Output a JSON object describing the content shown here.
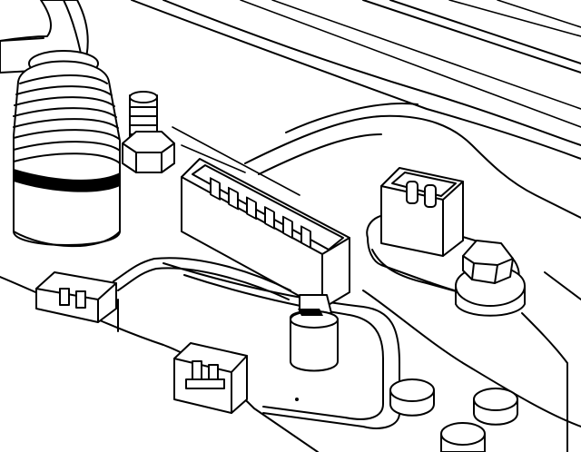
{
  "figure": {
    "kind": "line-art illustration",
    "colors": {
      "ink": "#000000",
      "paper": "#ffffff"
    },
    "parts": [
      "hose-with-bellows-boot",
      "hex-bolt-stud",
      "multi-pin-connector",
      "small-connector-left",
      "small-connector-bottom",
      "sensor-connector-right",
      "mounting-bracket-with-hex-nut",
      "round-plugs"
    ]
  }
}
